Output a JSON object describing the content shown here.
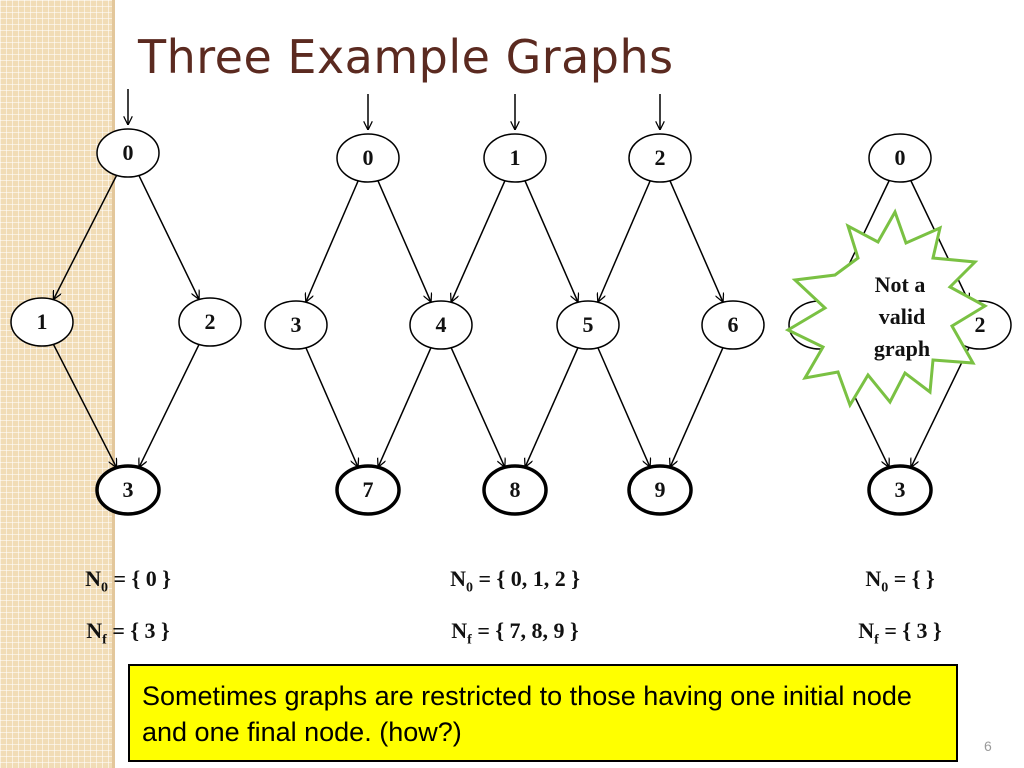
{
  "slide": {
    "title": "Three Example Graphs",
    "page_number": "6",
    "note": "Sometimes graphs are restricted to those having one initial node and one final node. (how?)"
  },
  "graphs": [
    {
      "id": "graph-1",
      "nodes": [
        {
          "id": "g1n0",
          "label": "0",
          "initial": true,
          "final": false
        },
        {
          "id": "g1n1",
          "label": "1",
          "initial": false,
          "final": false
        },
        {
          "id": "g1n2",
          "label": "2",
          "initial": false,
          "final": false
        },
        {
          "id": "g1n3",
          "label": "3",
          "initial": false,
          "final": true
        }
      ],
      "edges": [
        [
          "g1n0",
          "g1n1"
        ],
        [
          "g1n0",
          "g1n2"
        ],
        [
          "g1n1",
          "g1n3"
        ],
        [
          "g1n2",
          "g1n3"
        ]
      ],
      "n0": {
        "symbol": "N",
        "sub": "0",
        "value": " = { 0 }"
      },
      "nf": {
        "symbol": "N",
        "sub": "f",
        "value": " = { 3 }"
      }
    },
    {
      "id": "graph-2",
      "nodes": [
        {
          "id": "g2n0",
          "label": "0",
          "initial": true,
          "final": false
        },
        {
          "id": "g2n1",
          "label": "1",
          "initial": true,
          "final": false
        },
        {
          "id": "g2n2",
          "label": "2",
          "initial": true,
          "final": false
        },
        {
          "id": "g2n3",
          "label": "3",
          "initial": false,
          "final": false
        },
        {
          "id": "g2n4",
          "label": "4",
          "initial": false,
          "final": false
        },
        {
          "id": "g2n5",
          "label": "5",
          "initial": false,
          "final": false
        },
        {
          "id": "g2n6",
          "label": "6",
          "initial": false,
          "final": false
        },
        {
          "id": "g2n7",
          "label": "7",
          "initial": false,
          "final": true
        },
        {
          "id": "g2n8",
          "label": "8",
          "initial": false,
          "final": true
        },
        {
          "id": "g2n9",
          "label": "9",
          "initial": false,
          "final": true
        }
      ],
      "edges": [
        [
          "g2n0",
          "g2n3"
        ],
        [
          "g2n0",
          "g2n4"
        ],
        [
          "g2n1",
          "g2n4"
        ],
        [
          "g2n1",
          "g2n5"
        ],
        [
          "g2n2",
          "g2n5"
        ],
        [
          "g2n2",
          "g2n6"
        ],
        [
          "g2n3",
          "g2n7"
        ],
        [
          "g2n4",
          "g2n7"
        ],
        [
          "g2n4",
          "g2n8"
        ],
        [
          "g2n5",
          "g2n8"
        ],
        [
          "g2n5",
          "g2n9"
        ],
        [
          "g2n6",
          "g2n9"
        ]
      ],
      "n0": {
        "symbol": "N",
        "sub": "0",
        "value": " = { 0, 1, 2 }"
      },
      "nf": {
        "symbol": "N",
        "sub": "f",
        "value": " = { 7, 8, 9 }"
      }
    },
    {
      "id": "graph-3",
      "nodes": [
        {
          "id": "g3n0",
          "label": "0",
          "initial": false,
          "final": false
        },
        {
          "id": "g3n1",
          "label": "1",
          "initial": false,
          "final": false
        },
        {
          "id": "g3n2",
          "label": "2",
          "initial": false,
          "final": false
        },
        {
          "id": "g3n3",
          "label": "3",
          "initial": false,
          "final": true
        }
      ],
      "edges": [
        [
          "g3n0",
          "g3n1"
        ],
        [
          "g3n0",
          "g3n2"
        ],
        [
          "g3n1",
          "g3n3"
        ],
        [
          "g3n2",
          "g3n3"
        ]
      ],
      "n0": {
        "symbol": "N",
        "sub": "0",
        "value": " = { }"
      },
      "nf": {
        "symbol": "N",
        "sub": "f",
        "value": " = { 3 }"
      },
      "badge": {
        "lines": [
          "Not a",
          "valid",
          "graph"
        ],
        "stroke_color": "#7ac143"
      }
    }
  ],
  "colors": {
    "title": "#5b2a20",
    "note_background": "#ffff00",
    "side_strip": "#f1dcb6",
    "badge_stroke": "#7ac143"
  }
}
